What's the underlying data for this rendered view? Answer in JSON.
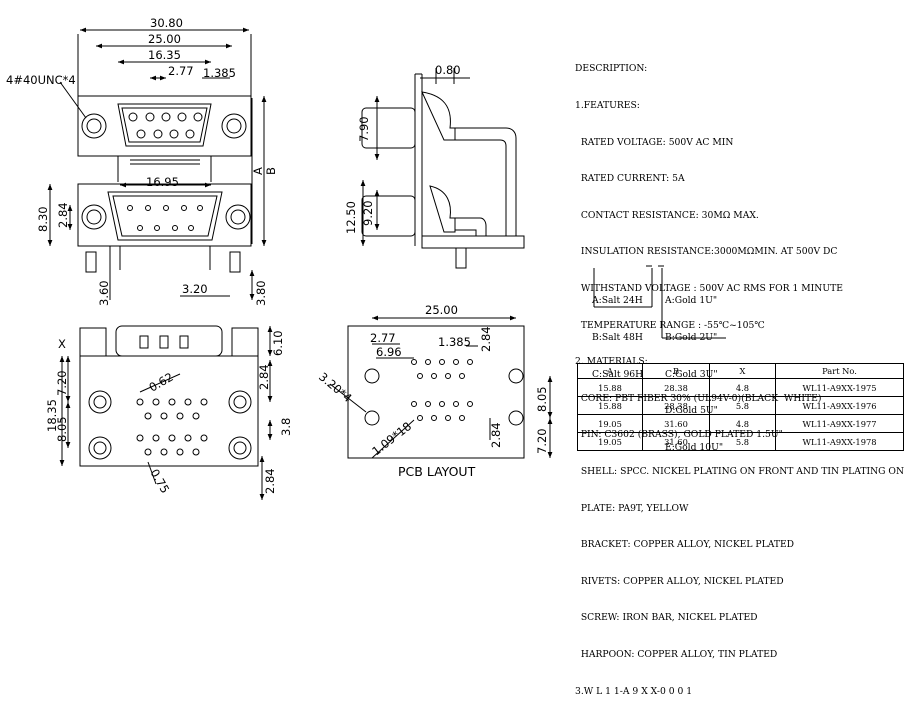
{
  "dimensions": {
    "top_view": [
      "30.80",
      "25.00",
      "16.35",
      "2.77",
      "1.385",
      "4#40UNC*4",
      "16.95",
      "8.30",
      "2.84",
      "A",
      "B",
      "3.60",
      "3.20",
      "3.80"
    ],
    "side_view": [
      "0.80",
      "7.90",
      "12.50",
      "9.20"
    ],
    "bottom_view": [
      "X",
      "6.10",
      "7.20",
      "2.84",
      "18.35",
      "8.05",
      "3.8",
      "2.84",
      "0.62",
      "0.75"
    ],
    "pcb_layout": [
      "25.00",
      "2.77",
      "6.96",
      "1.385",
      "2.84",
      "3.20*4",
      "1.09*18",
      "8.05",
      "2.84",
      "7.20"
    ],
    "pcb_caption": "PCB LAYOUT"
  },
  "description": [
    "DESCRIPTION:",
    "1.FEATURES:",
    "  RATED VOLTAGE: 500V AC MIN",
    "  RATED CURRENT: 5A",
    "  CONTACT RESISTANCE: 30MΩ MAX.",
    "  INSULATION RESISTANCE:3000MΩMIN. AT 500V DC",
    "  WITHSTAND VOLTAGE : 500V AC RMS FOR 1 MINUTE",
    "  TEMPERATURE RANGE : -55℃~105℃",
    "2. MATERIALS:",
    "  CORE: PBT FIBER 30% (UL94V-0)(BLACK  WHITE)",
    "  PIN: C3602 (BRASS), GOLD PLATED 1.5U\"",
    "  SHELL: SPCC. NICKEL PLATING ON FRONT AND TIN PLATING ON BACK",
    "  PLATE: PA9T, YELLOW",
    "  BRACKET: COPPER ALLOY, NICKEL PLATED",
    "  RIVETS: COPPER ALLOY, NICKEL PLATED",
    "  SCREW: IRON BAR, NICKEL PLATED",
    "  HARPOON: COPPER ALLOY, TIN PLATED"
  ],
  "part_code": {
    "code": "3.W L 1 1-A 9 X X-0 0 0 1",
    "salt": [
      "A:Salt 24H",
      "B:Salt 48H",
      "C:Salt 96H"
    ],
    "gold": [
      "A:Gold 1U\"",
      "B:Gold 2U\"",
      "C:Gold 3U\"",
      "D:Gold 5U\"",
      "E:Gold 10U\""
    ]
  },
  "parts_table": {
    "headers": [
      "A",
      "B",
      "X",
      "Part  No."
    ],
    "rows": [
      [
        "15.88",
        "28.38",
        "4.8",
        "WL11-A9XX-1975"
      ],
      [
        "15.88",
        "28.38",
        "5.8",
        "WL11-A9XX-1976"
      ],
      [
        "19.05",
        "31.60",
        "4.8",
        "WL11-A9XX-1977"
      ],
      [
        "19.05",
        "31.60",
        "5.8",
        "WL11-A9XX-1978"
      ]
    ]
  }
}
